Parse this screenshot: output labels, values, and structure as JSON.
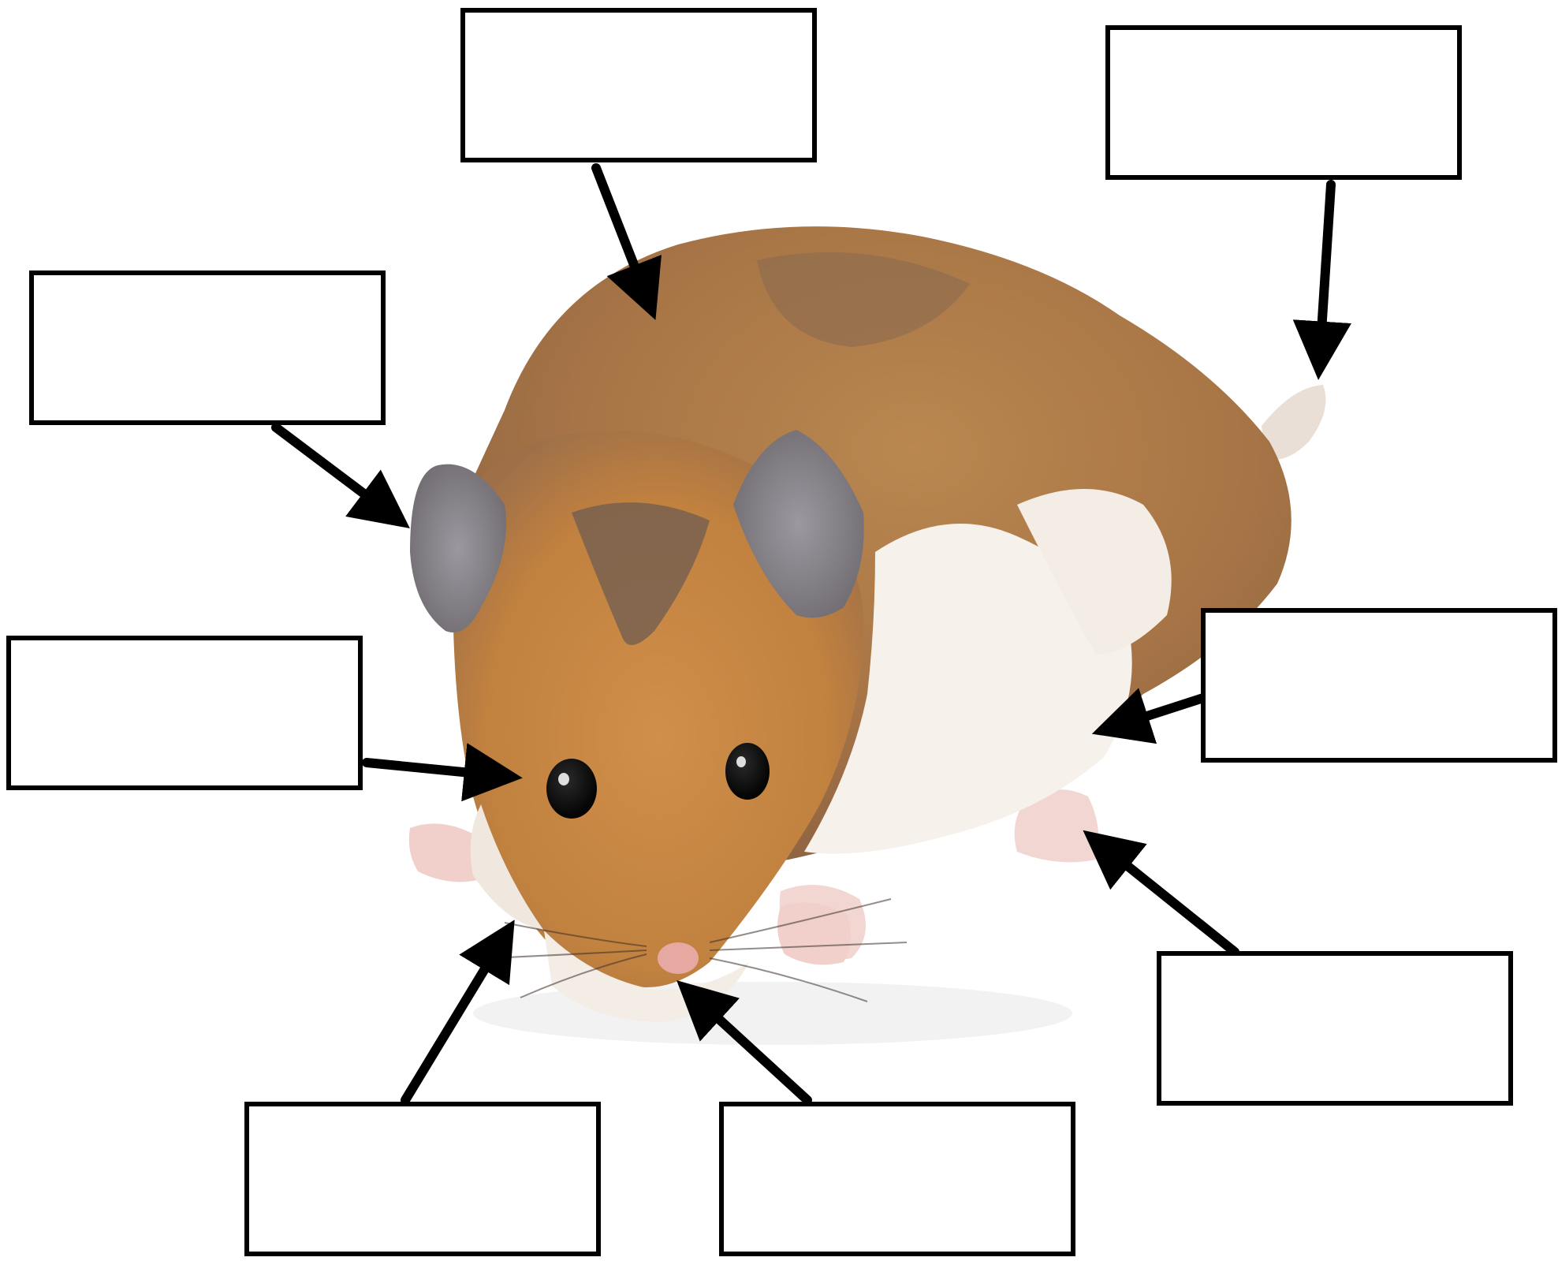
{
  "diagram": {
    "labels": [
      {
        "id": "top-center",
        "text": ""
      },
      {
        "id": "top-right",
        "text": ""
      },
      {
        "id": "upper-left",
        "text": ""
      },
      {
        "id": "middle-left",
        "text": ""
      },
      {
        "id": "middle-right",
        "text": ""
      },
      {
        "id": "lower-right",
        "text": ""
      },
      {
        "id": "bottom-left",
        "text": ""
      },
      {
        "id": "bottom-center",
        "text": ""
      }
    ]
  },
  "colors": {
    "box_border": "#000000",
    "arrow": "#000000",
    "fur": "#c4874a",
    "fur_dark": "#8f6a4a",
    "belly": "#f6f1ea",
    "ear": "#8c8a8c"
  }
}
